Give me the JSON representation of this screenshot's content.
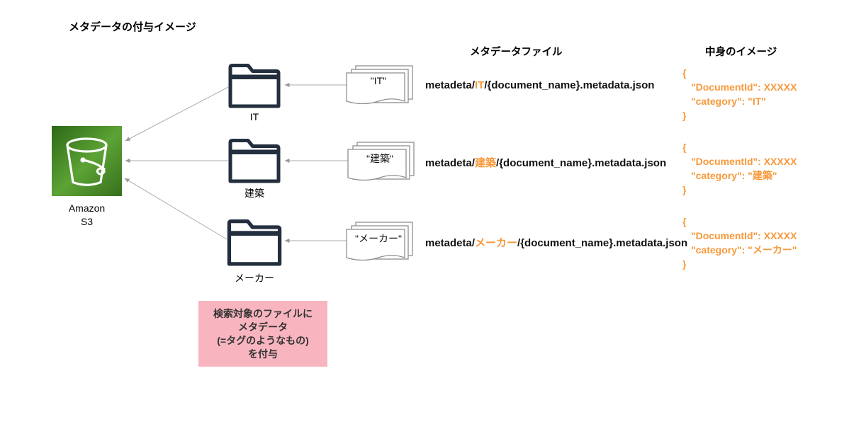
{
  "title": "メタデータの付与イメージ",
  "colors": {
    "accent_orange": "#f8993b",
    "folder_navy": "#232f3e",
    "s3_green_dark": "#2d6816",
    "s3_green_light": "#5ca335",
    "note_pink": "#f8b5c0",
    "connector_gray": "#aaaaaa"
  },
  "s3": {
    "icon": "s3-bucket-icon",
    "label_line1": "Amazon",
    "label_line2": "S3"
  },
  "headers": {
    "metadata_file": "メタデータファイル",
    "content_image": "中身のイメージ"
  },
  "rows": [
    {
      "folder_label": "IT",
      "doc_label": "\"IT\"",
      "path_prefix": "metadeta/",
      "path_category": "IT",
      "path_suffix": "/{document_name}.metadata.json",
      "json_open": "{",
      "json_line1": "\"DocumentId\": XXXXX",
      "json_line2": "\"category\": \"IT\"",
      "json_close": "}"
    },
    {
      "folder_label": "建築",
      "doc_label": "\"建築\"",
      "path_prefix": "metadeta/",
      "path_category": "建築",
      "path_suffix": "/{document_name}.metadata.json",
      "json_open": "{",
      "json_line1": "\"DocumentId\": XXXXX",
      "json_line2": "\"category\": \"建築\"",
      "json_close": "}"
    },
    {
      "folder_label": "メーカー",
      "doc_label": "\"メーカー\"",
      "path_prefix": "metadeta/",
      "path_category": "メーカー",
      "path_suffix": "/{document_name}.metadata.json",
      "json_open": "{",
      "json_line1": "\"DocumentId\": XXXXX",
      "json_line2": "\"category\": \"メーカー\"",
      "json_close": "}"
    }
  ],
  "note": {
    "line1": "検索対象のファイルに",
    "line2": "メタデータ",
    "line3": "(=タグのようなもの)",
    "line4": "を付与"
  }
}
